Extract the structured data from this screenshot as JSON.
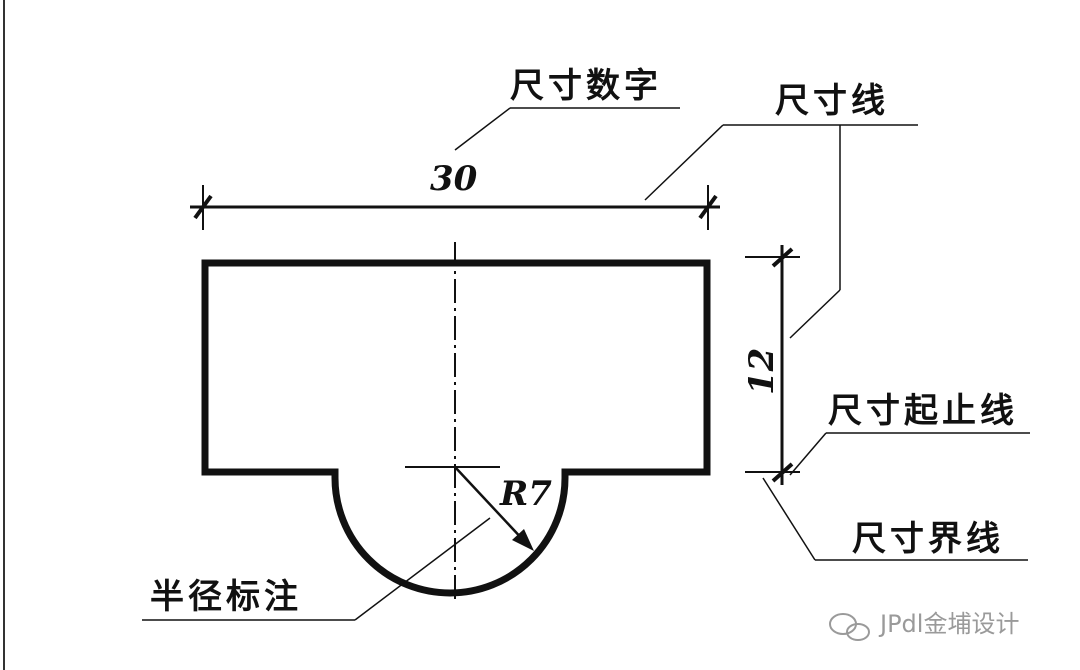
{
  "dimensions": {
    "width_value": "30",
    "height_value": "12",
    "radius_value": "R7"
  },
  "labels": {
    "dimension_number": "尺寸数字",
    "dimension_line": "尺寸线",
    "dimension_terminator": "尺寸起止线",
    "extension_line": "尺寸界线",
    "radius_annotation": "半径标注"
  },
  "watermark": {
    "text": "JPdl金埔设计"
  },
  "colors": {
    "ink": "#111111",
    "watermark": "#9a9a9a",
    "background": "#ffffff"
  }
}
